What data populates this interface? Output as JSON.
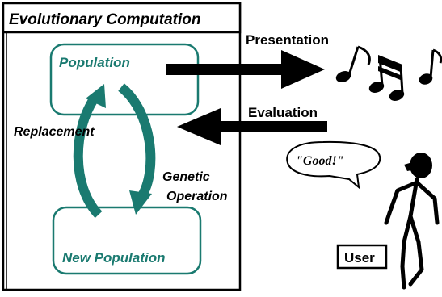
{
  "system": {
    "title": "Evolutionary Computation",
    "population": "Population",
    "new_population": "New Population",
    "replacement": "Replacement",
    "genetic_line1": "Genetic",
    "genetic_line2": "Operation"
  },
  "interaction": {
    "presentation": "Presentation",
    "evaluation": "Evaluation",
    "speech": "\"Good!\"",
    "user_label": "User"
  },
  "colors": {
    "teal": "#1a7a70",
    "black": "#000000"
  },
  "icons": [
    "music-notes-icon",
    "user-figure-icon",
    "speech-bubble-icon"
  ]
}
